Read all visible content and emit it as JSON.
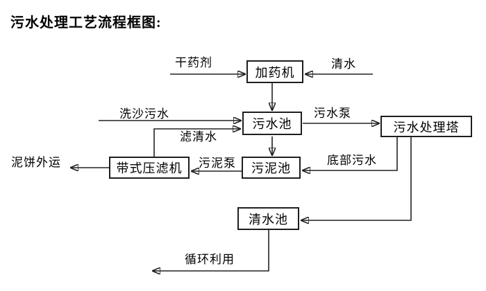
{
  "title": "污水处理工艺流程框图:",
  "diagram": {
    "nodes": {
      "dosing_machine": "加药机",
      "sewage_pool": "污水池",
      "treatment_tower": "污水处理塔",
      "sludge_pool": "污泥池",
      "belt_filter_press": "带式压滤机",
      "clean_water_pool": "清水池"
    },
    "flow_labels": {
      "dry_chemical": "干药剂",
      "clean_water": "清水",
      "sand_washing_sewage": "洗沙污水",
      "sewage_pump": "污水泵",
      "filtered_water": "滤清水",
      "sludge_pump": "污泥泵",
      "bottom_sewage": "底部污水",
      "mud_cake_out": "泥饼外运",
      "recycle_use": "循环利用"
    },
    "colors": {
      "line": "#222222",
      "box_border": "#1e1e1e",
      "text": "#000000",
      "background": "#ffffff"
    }
  }
}
